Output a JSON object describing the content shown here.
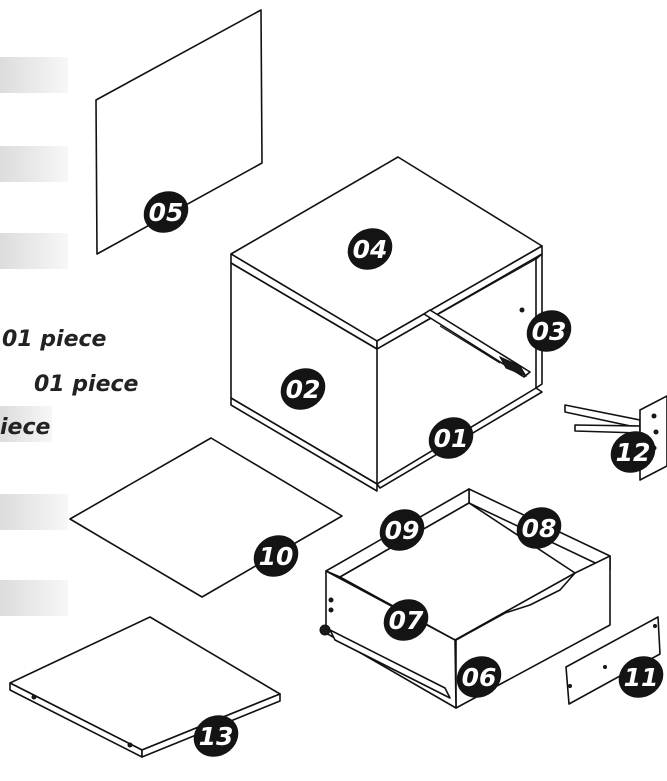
{
  "colors": {
    "badge": "#141414",
    "badge_text": "#ffffff",
    "line": "#111111",
    "strip": "#e4e4e4"
  },
  "quantities": [
    "01 piece",
    "01 piece",
    "iece"
  ],
  "parts": [
    {
      "id": "01"
    },
    {
      "id": "02"
    },
    {
      "id": "03"
    },
    {
      "id": "04"
    },
    {
      "id": "05"
    },
    {
      "id": "06"
    },
    {
      "id": "07"
    },
    {
      "id": "08"
    },
    {
      "id": "09"
    },
    {
      "id": "10"
    },
    {
      "id": "11"
    },
    {
      "id": "12"
    },
    {
      "id": "13"
    }
  ]
}
